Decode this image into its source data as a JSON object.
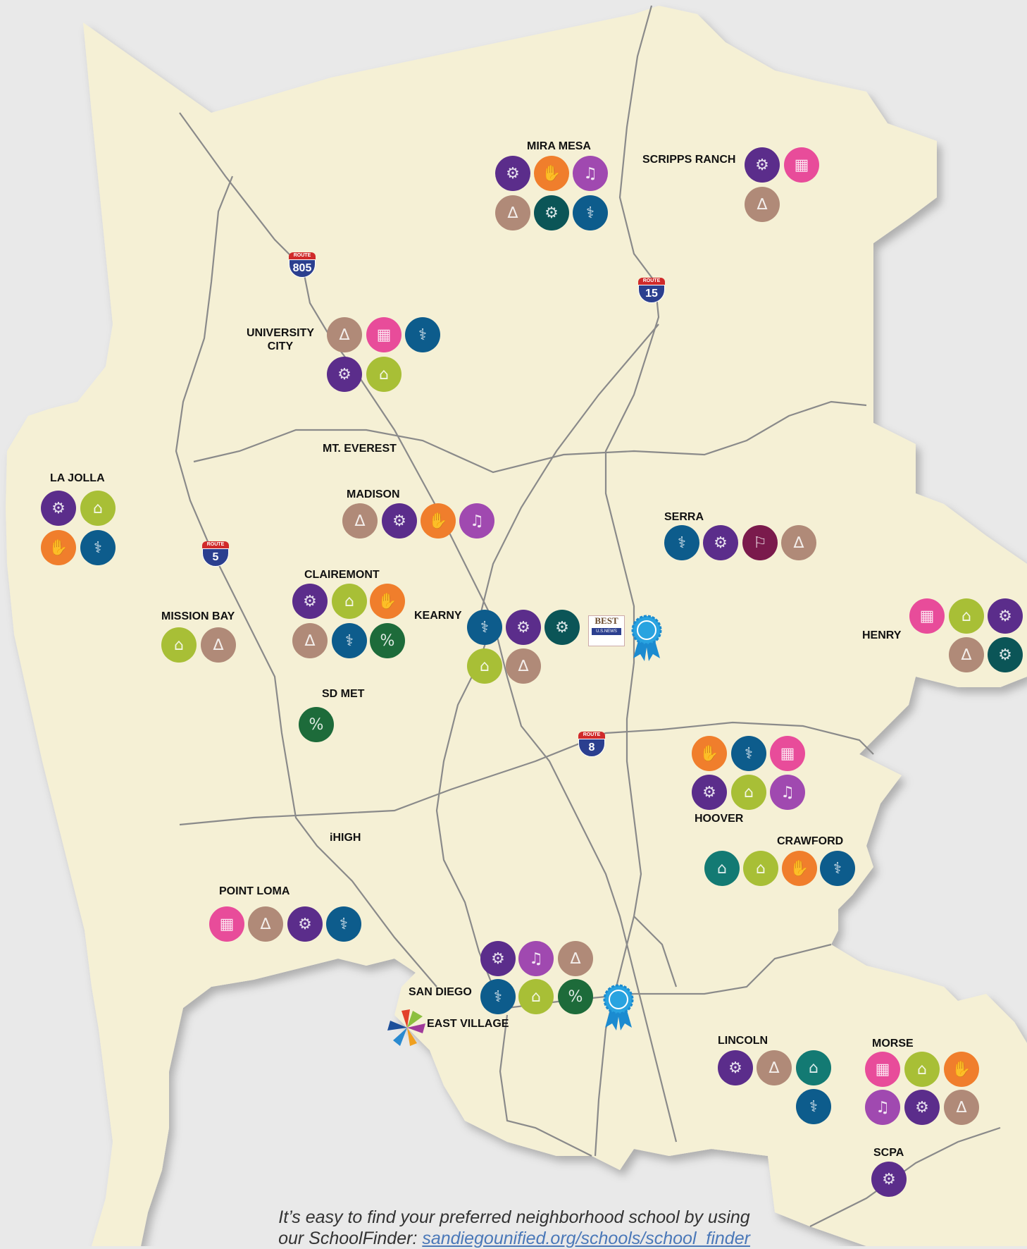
{
  "colors": {
    "land": "#f5f0d5",
    "sea": "#e9e9e9",
    "road": "#8a8a8a"
  },
  "routes": [
    {
      "id": "805",
      "route_label": "ROUTE",
      "number": "805"
    },
    {
      "id": "15",
      "route_label": "ROUTE",
      "number": "15"
    },
    {
      "id": "5",
      "route_label": "ROUTE",
      "number": "5"
    },
    {
      "id": "8",
      "route_label": "ROUTE",
      "number": "8"
    }
  ],
  "badge": {
    "line1": "BEST",
    "line2": "U.S.NEWS"
  },
  "icon_types": {
    "purple": {
      "color": "#5b2d8b",
      "icon": "film-reel-icon",
      "glyph": "⚙"
    },
    "orange": {
      "color": "#f07e2c",
      "icon": "hands-icon",
      "glyph": "✋"
    },
    "violet": {
      "color": "#a049b0",
      "icon": "stage-icon",
      "glyph": "♫"
    },
    "brown": {
      "color": "#b08a78",
      "icon": "compass-icon",
      "glyph": "∆"
    },
    "teal": {
      "color": "#0b5557",
      "icon": "gears-icon",
      "glyph": "⚙"
    },
    "blue": {
      "color": "#0d5c8c",
      "icon": "stethoscope-icon",
      "glyph": "⚕"
    },
    "pink": {
      "color": "#e84c9a",
      "icon": "blocks-icon",
      "glyph": "▦"
    },
    "lime": {
      "color": "#a8bf36",
      "icon": "mouse-icon",
      "glyph": "⌂"
    },
    "maroon": {
      "color": "#7a1a4c",
      "icon": "handshake-icon",
      "glyph": "⚐"
    },
    "green": {
      "color": "#1d6b3a",
      "icon": "currency-icon",
      "glyph": "%"
    },
    "tealhat": {
      "color": "#137a73",
      "icon": "chef-hat-icon",
      "glyph": "⌂"
    }
  },
  "schools": [
    {
      "id": "mira-mesa",
      "name": "MIRA MESA",
      "icons": [
        "purple",
        "orange",
        "violet",
        "brown",
        "teal",
        "blue"
      ]
    },
    {
      "id": "scripps-ranch",
      "name": "SCRIPPS RANCH",
      "icons": [
        "purple",
        "pink",
        "brown"
      ]
    },
    {
      "id": "university-city",
      "name": "UNIVERSITY\nCITY",
      "icons": [
        "brown",
        "pink",
        "blue",
        "purple",
        "lime"
      ]
    },
    {
      "id": "mt-everest",
      "name": "MT. EVEREST",
      "icons": []
    },
    {
      "id": "la-jolla",
      "name": "LA JOLLA",
      "icons": [
        "purple",
        "lime",
        "orange",
        "blue"
      ]
    },
    {
      "id": "madison",
      "name": "MADISON",
      "icons": [
        "brown",
        "purple",
        "orange",
        "violet"
      ]
    },
    {
      "id": "serra",
      "name": "SERRA",
      "icons": [
        "blue",
        "purple",
        "maroon",
        "brown"
      ]
    },
    {
      "id": "clairemont",
      "name": "CLAIREMONT",
      "icons": [
        "purple",
        "lime",
        "orange",
        "brown",
        "blue",
        "green"
      ]
    },
    {
      "id": "mission-bay",
      "name": "MISSION BAY",
      "icons": [
        "lime",
        "brown"
      ]
    },
    {
      "id": "kearny",
      "name": "KEARNY",
      "icons": [
        "blue",
        "purple",
        "teal",
        "lime",
        "brown"
      ]
    },
    {
      "id": "henry",
      "name": "HENRY",
      "icons": [
        "pink",
        "lime",
        "purple",
        "brown",
        "teal"
      ]
    },
    {
      "id": "sd-met",
      "name": "SD MET",
      "icons": [
        "green"
      ]
    },
    {
      "id": "hoover",
      "name": "HOOVER",
      "icons": [
        "orange",
        "blue",
        "pink",
        "purple",
        "lime",
        "violet"
      ]
    },
    {
      "id": "ihigh",
      "name": "iHIGH",
      "icons": []
    },
    {
      "id": "crawford",
      "name": "CRAWFORD",
      "icons": [
        "tealhat",
        "lime",
        "orange",
        "blue"
      ]
    },
    {
      "id": "point-loma",
      "name": "POINT LOMA",
      "icons": [
        "pink",
        "brown",
        "purple",
        "blue"
      ]
    },
    {
      "id": "san-diego",
      "name": "SAN DIEGO",
      "icons": [
        "purple",
        "violet",
        "brown",
        "blue",
        "lime",
        "green"
      ]
    },
    {
      "id": "east-village",
      "name": "EAST VILLAGE",
      "icons": []
    },
    {
      "id": "lincoln",
      "name": "LINCOLN",
      "icons": [
        "purple",
        "brown",
        "tealhat",
        "blue"
      ]
    },
    {
      "id": "morse",
      "name": "MORSE",
      "icons": [
        "pink",
        "lime",
        "orange",
        "violet",
        "purple",
        "brown"
      ]
    },
    {
      "id": "scpa",
      "name": "SCPA",
      "icons": [
        "purple"
      ]
    }
  ],
  "caption": {
    "text": "It’s easy to find your preferred neighborhood school by using",
    "text2": "our SchoolFinder: ",
    "link": "sandiegounified.org/schools/school_finder"
  }
}
